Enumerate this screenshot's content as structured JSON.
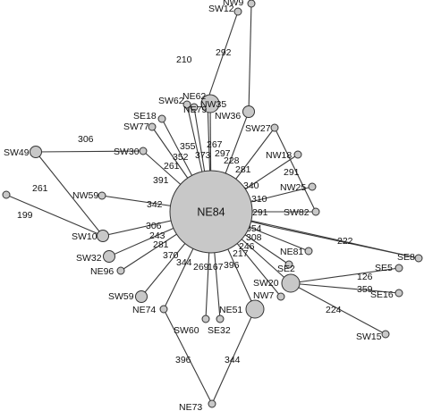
{
  "network": {
    "hub": {
      "label": "NE84"
    },
    "nodes": [
      {
        "id": "SW12",
        "label": "SW12",
        "size": "s"
      },
      {
        "id": "NW9",
        "label": "NW9",
        "size": "s"
      },
      {
        "id": "NE62",
        "label": "NE62",
        "size": "s"
      },
      {
        "id": "NW35",
        "label": "NW35",
        "size": "l"
      },
      {
        "id": "SW62",
        "label": "SW62",
        "size": "s"
      },
      {
        "id": "NE79",
        "label": "NE79",
        "size": "s"
      },
      {
        "id": "NW36",
        "label": "NW36",
        "size": "m"
      },
      {
        "id": "SE18",
        "label": "SE18",
        "size": "s"
      },
      {
        "id": "SW77",
        "label": "SW77",
        "size": "s"
      },
      {
        "id": "SW27",
        "label": "SW27",
        "size": "s"
      },
      {
        "id": "SW49",
        "label": "SW49",
        "size": "m"
      },
      {
        "id": "SW30",
        "label": "SW30",
        "size": "s"
      },
      {
        "id": "NW18",
        "label": "NW18",
        "size": "s"
      },
      {
        "id": "NW25",
        "label": "NW25",
        "size": "s"
      },
      {
        "id": "NW59",
        "label": "NW59",
        "size": "s"
      },
      {
        "id": "SW82",
        "label": "SW82",
        "size": "s"
      },
      {
        "id": "LEFT",
        "label": "",
        "size": "s"
      },
      {
        "id": "SW10",
        "label": "SW10",
        "size": "m"
      },
      {
        "id": "NE81",
        "label": "NE81",
        "size": "s"
      },
      {
        "id": "SE8",
        "label": "SE8",
        "size": "s"
      },
      {
        "id": "SW32",
        "label": "SW32",
        "size": "m"
      },
      {
        "id": "NE96",
        "label": "NE96",
        "size": "s"
      },
      {
        "id": "SE2",
        "label": "SE2",
        "size": "s"
      },
      {
        "id": "SE5",
        "label": "SE5",
        "size": "s"
      },
      {
        "id": "SW20",
        "label": "SW20",
        "size": "l"
      },
      {
        "id": "SW59",
        "label": "SW59",
        "size": "m"
      },
      {
        "id": "NW7",
        "label": "NW7",
        "size": "s"
      },
      {
        "id": "SE16",
        "label": "SE16",
        "size": "s"
      },
      {
        "id": "NE74",
        "label": "NE74",
        "size": "s"
      },
      {
        "id": "NE51",
        "label": "NE51",
        "size": "l"
      },
      {
        "id": "SW60",
        "label": "SW60",
        "size": "s"
      },
      {
        "id": "SE32",
        "label": "SE32",
        "size": "s"
      },
      {
        "id": "SW15",
        "label": "SW15",
        "size": "s"
      },
      {
        "id": "NE73",
        "label": "NE73",
        "size": "s"
      }
    ],
    "edges": [
      {
        "from": "NE84",
        "to": "NE79",
        "label": "355"
      },
      {
        "from": "NE84",
        "to": "NE62",
        "label": "373"
      },
      {
        "from": "NE84",
        "to": "NW35",
        "label": "267"
      },
      {
        "from": "NE84",
        "to": "NW36",
        "label": "297"
      },
      {
        "from": "NE84",
        "to": "SW62",
        "label": "352"
      },
      {
        "from": "NE84",
        "to": "SE18",
        "label": "261"
      },
      {
        "from": "NE84",
        "to": "SW77",
        "label": "391"
      },
      {
        "from": "NE84",
        "to": "SW27",
        "label": "228"
      },
      {
        "from": "NE84",
        "to": "SW30",
        "label": ""
      },
      {
        "from": "NE84",
        "to": "NW18",
        "label": "281"
      },
      {
        "from": "NE84",
        "to": "NW25",
        "label": "340"
      },
      {
        "from": "NE84",
        "to": "NW59",
        "label": "342"
      },
      {
        "from": "NE84",
        "to": "SW82",
        "label": "310"
      },
      {
        "from": "NE84",
        "to": "SW10",
        "label": "306"
      },
      {
        "from": "NE84",
        "to": "NE81",
        "label": "291"
      },
      {
        "from": "NE84",
        "to": "SW32",
        "label": "243"
      },
      {
        "from": "NE84",
        "to": "NE96",
        "label": "281"
      },
      {
        "from": "NE84",
        "to": "SW59",
        "label": "370"
      },
      {
        "from": "NE84",
        "to": "NE74",
        "label": "344"
      },
      {
        "from": "NE84",
        "to": "SW60",
        "label": "269"
      },
      {
        "from": "NE84",
        "to": "SE32",
        "label": "167"
      },
      {
        "from": "NE84",
        "to": "SW20",
        "label": "217"
      },
      {
        "from": "NE84",
        "to": "NE51",
        "label": "396"
      },
      {
        "from": "NE84",
        "to": "NW7",
        "label": "246"
      },
      {
        "from": "NE84",
        "to": "SE2",
        "label": "308"
      },
      {
        "from": "NE84",
        "to": "SE8",
        "label": "354"
      },
      {
        "from": "NE62",
        "to": "SW12",
        "label": "210"
      },
      {
        "from": "NW36",
        "to": "NW9",
        "label": "292"
      },
      {
        "from": "SW30",
        "to": "SW49",
        "label": "306"
      },
      {
        "from": "SW49",
        "to": "SW10",
        "label": "261"
      },
      {
        "from": "SW10",
        "to": "LEFT",
        "label": "199"
      },
      {
        "from": "SW27",
        "to": "SW82",
        "label": "291"
      },
      {
        "from": "SE8",
        "to": "SE8",
        "label": "222"
      },
      {
        "from": "SW20",
        "to": "SE5",
        "label": "126"
      },
      {
        "from": "SW20",
        "to": "SE16",
        "label": "359"
      },
      {
        "from": "SW20",
        "to": "SW15",
        "label": "224"
      },
      {
        "from": "NE74",
        "to": "NE73",
        "label": "396"
      },
      {
        "from": "NE51",
        "to": "NE73",
        "label": "344"
      }
    ],
    "colors": {
      "node_fill": "#c8c8c8",
      "node_stroke": "#333333",
      "edge": "#3a3a3a"
    }
  }
}
